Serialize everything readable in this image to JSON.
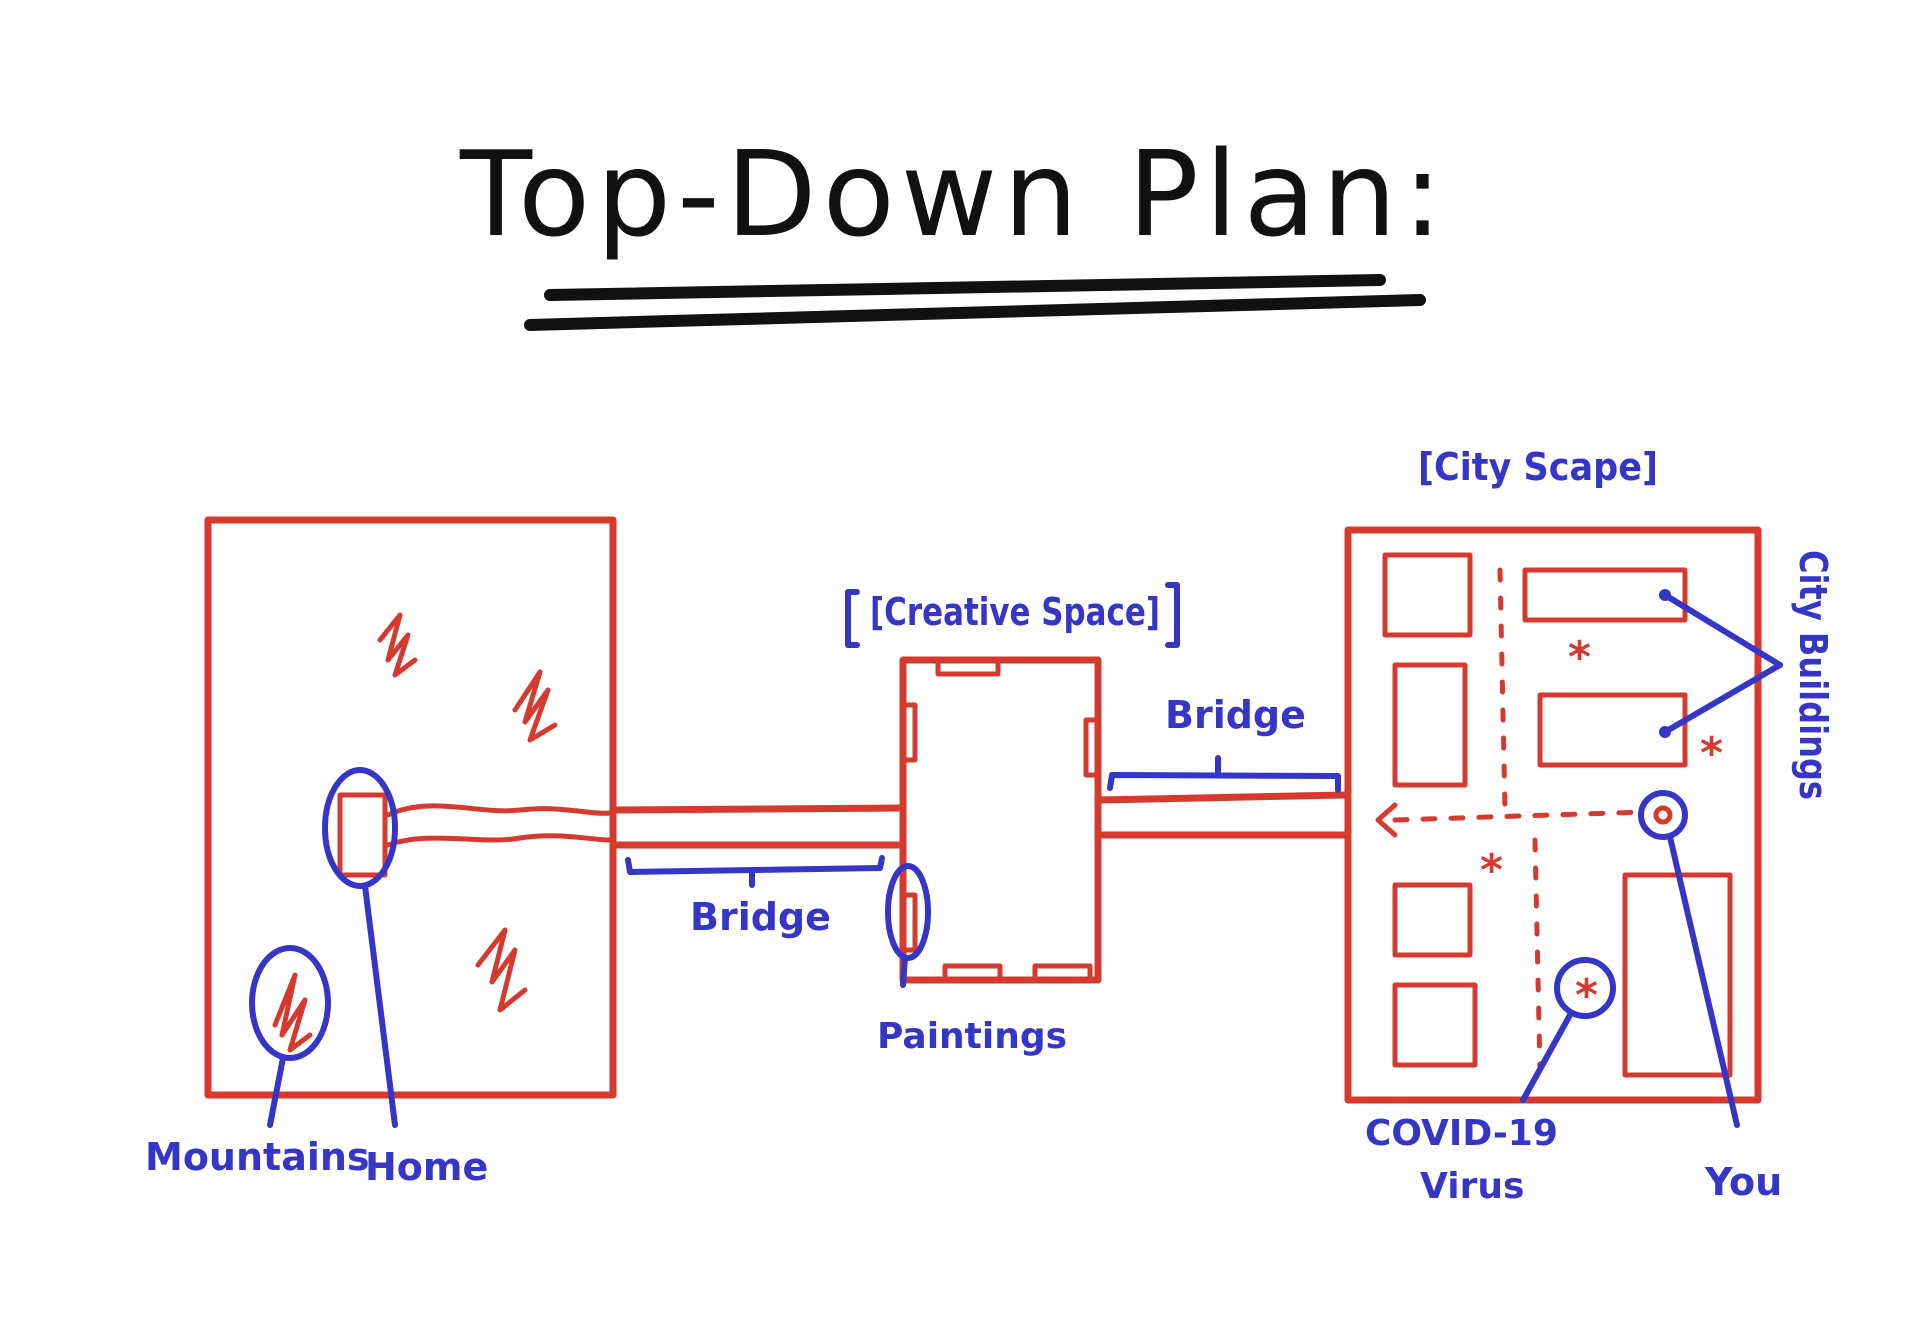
{
  "title": "Top-Down Plan:",
  "zones": {
    "creative_space": "[Creative Space]",
    "city_scape": "[City Scape]"
  },
  "labels": {
    "bridge_left": "Bridge",
    "bridge_right": "Bridge",
    "paintings": "Paintings",
    "mountains": "Mountains",
    "home": "Home",
    "city_buildings": "City Buildings",
    "covid_line1": "COVID-19",
    "covid_line2": "Virus",
    "you": "You"
  },
  "colors": {
    "plan_ink": "#d63a2f",
    "annotation_ink": "#3535c8",
    "title_ink": "#111111"
  }
}
